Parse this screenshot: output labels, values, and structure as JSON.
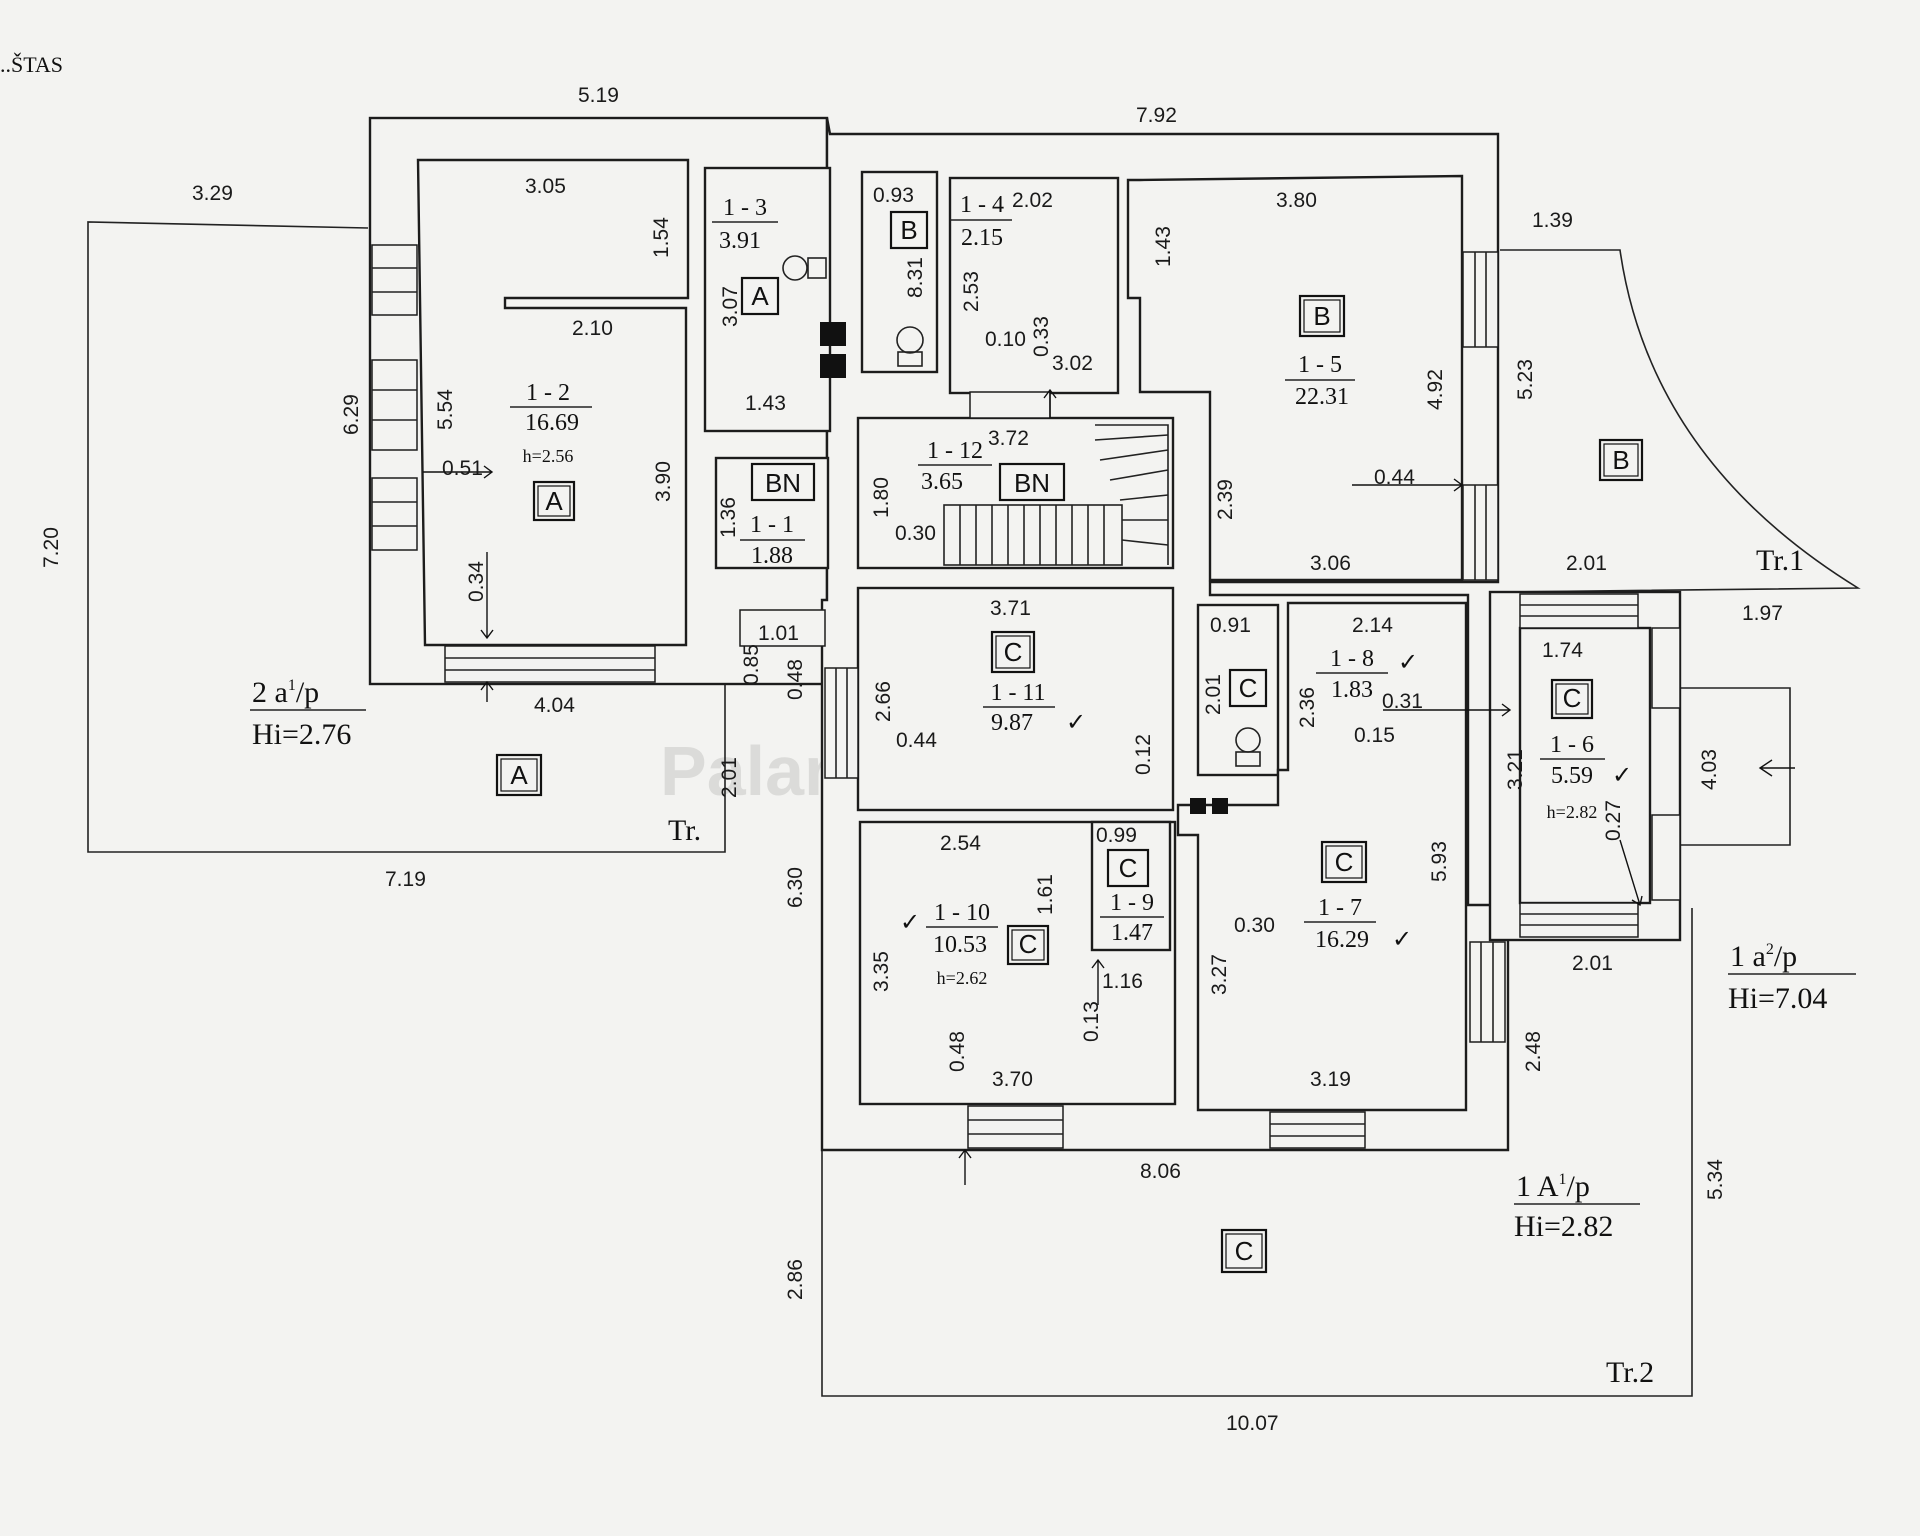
{
  "header_fragment": "..ŠTAS",
  "dimensions": {
    "top_5_19": "5.19",
    "top_7_92": "7.92",
    "left_3_29": "3.29",
    "left_7_20": "7.20",
    "left_7_19": "7.19",
    "r12_3_05": "3.05",
    "r12_1_54": "1.54",
    "r12_2_10": "2.10",
    "r12_6_29": "6.29",
    "r12_5_54": "5.54",
    "r12_0_51": "0.51",
    "r12_3_90": "3.90",
    "r12_0_34": "0.34",
    "r12_4_04": "4.04",
    "r13_3_07": "3.07",
    "r13_1_43": "1.43",
    "r14_0_93": "0.93",
    "r14_2_02": "2.02",
    "r14_8_31": "8.31",
    "r14_2_53": "2.53",
    "r14_0_10": "0.10",
    "r14_0_33": "0.33",
    "r14_3_02": "3.02",
    "r15_3_80": "3.80",
    "r15_1_43": "1.43",
    "r15_4_92": "4.92",
    "r15_0_44": "0.44",
    "r15_3_06": "3.06",
    "r15_2_39": "2.39",
    "rB_1_39": "1.39",
    "rB_5_23": "5.23",
    "tr1_2_01": "2.01",
    "tr1_1_97": "1.97",
    "r112_3_72": "3.72",
    "r112_1_80": "1.80",
    "r112_0_30": "0.30",
    "r11_1_36": "1.36",
    "r11_1_01": "1.01",
    "r11_0_85": "0.85",
    "r11_0_48": "0.48",
    "r111_3_71": "3.71",
    "r111_2_66": "2.66",
    "r111_0_44": "0.44",
    "r111_0_12": "0.12",
    "r18_0_91": "0.91",
    "r18_2_14": "2.14",
    "r18_2_01": "2.01",
    "r18_2_36": "2.36",
    "r18_0_31": "0.31",
    "r18_0_15": "0.15",
    "r16_1_74": "1.74",
    "r16_3_21": "3.21",
    "r16_4_03": "4.03",
    "r16_0_27": "0.27",
    "r16_2_01": "2.01",
    "tr_2_01": "2.01",
    "r110_2_54": "2.54",
    "r110_1_61": "1.61",
    "r110_3_35": "3.35",
    "r110_0_48": "0.48",
    "r110_3_70": "3.70",
    "r19_0_99": "0.99",
    "r19_1_16": "1.16",
    "r19_0_13": "0.13",
    "r17_0_30": "0.30",
    "r17_3_27": "3.27",
    "r17_5_93": "5.93",
    "r17_3_19": "3.19",
    "r17_2_48": "2.48",
    "v_6_30": "6.30",
    "bottom_8_06": "8.06",
    "bottom_5_34": "5.34",
    "bottom_2_86": "2.86",
    "bottom_10_07": "10.07"
  },
  "rooms": {
    "r1_1": {
      "id": "1 - 1",
      "area": "1.88"
    },
    "r1_2": {
      "id": "1 - 2",
      "area": "16.69",
      "height": "h=2.56"
    },
    "r1_3": {
      "id": "1 - 3",
      "area": "3.91"
    },
    "r1_4": {
      "id": "1 - 4",
      "area": "2.15"
    },
    "r1_5": {
      "id": "1 - 5",
      "area": "22.31"
    },
    "r1_6": {
      "id": "1 - 6",
      "area": "5.59",
      "height": "h=2.82"
    },
    "r1_7": {
      "id": "1 - 7",
      "area": "16.29"
    },
    "r1_8": {
      "id": "1 - 8",
      "area": "1.83"
    },
    "r1_9": {
      "id": "1 - 9",
      "area": "1.47"
    },
    "r1_10": {
      "id": "1 - 10",
      "area": "10.53",
      "height": "h=2.62"
    },
    "r1_11": {
      "id": "1 - 11",
      "area": "9.87"
    },
    "r1_12": {
      "id": "1 - 12",
      "area": "3.65"
    }
  },
  "zones": {
    "A": "A",
    "B": "B",
    "C": "C",
    "BN": "BN"
  },
  "check_mark": "✓",
  "blocks": {
    "b2": {
      "label": "2 a",
      "sup": "1",
      "suffix": "/p",
      "hi": "Hi=2.76"
    },
    "b1a2": {
      "label": "1 a",
      "sup": "2",
      "suffix": "/p",
      "hi": "Hi=7.04"
    },
    "b1A1": {
      "label": "1 A",
      "sup": "1",
      "suffix": "/p",
      "hi": "Hi=2.82"
    }
  },
  "terraces": {
    "tr": "Tr.",
    "tr1": "Tr.1",
    "tr2": "Tr.2"
  },
  "watermark": "Palangos NT"
}
